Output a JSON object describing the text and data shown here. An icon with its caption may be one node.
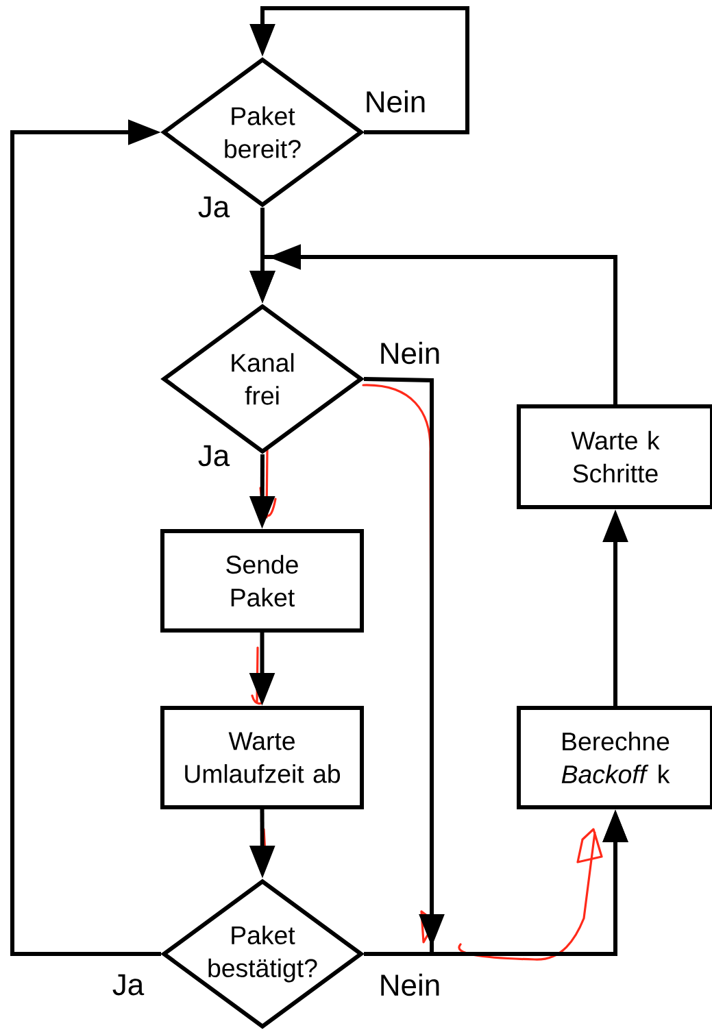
{
  "diagram": {
    "nodes": [
      {
        "text": [
          "Paket bereit?"
        ]
      },
      {
        "text": [
          "Kanal frei"
        ]
      },
      {
        "text": [
          "Sende Paket"
        ]
      },
      {
        "text": [
          "Warte Umlaufzeit ab"
        ]
      },
      {
        "text": [
          "Paket bestätigt?"
        ]
      },
      {
        "text": [
          "Warte k Schritte"
        ]
      },
      {
        "text": [
          "Berechne *Backoff* k"
        ]
      }
    ],
    "edges": [
      {
        "from": 0,
        "to": 0,
        "arrow": "to",
        "label": "Nein"
      },
      {
        "from": 0,
        "to": 1,
        "arrow": "to",
        "label": "Ja"
      },
      {
        "from": 5,
        "to": 1,
        "arrow": "to"
      },
      {
        "from": 1,
        "to": 2,
        "arrow": "to",
        "label": "Ja"
      },
      {
        "from": 1,
        "to": 6,
        "arrow": "to",
        "label": "Nein"
      },
      {
        "from": 2,
        "to": 3,
        "arrow": "to"
      },
      {
        "from": 3,
        "to": 4,
        "arrow": "to"
      },
      {
        "from": 4,
        "to": 0,
        "arrow": "to",
        "label": "Ja"
      },
      {
        "from": 4,
        "to": 6,
        "arrow": "to",
        "label": "Nein"
      },
      {
        "from": 6,
        "to": 5,
        "arrow": "to"
      }
    ]
  }
}
